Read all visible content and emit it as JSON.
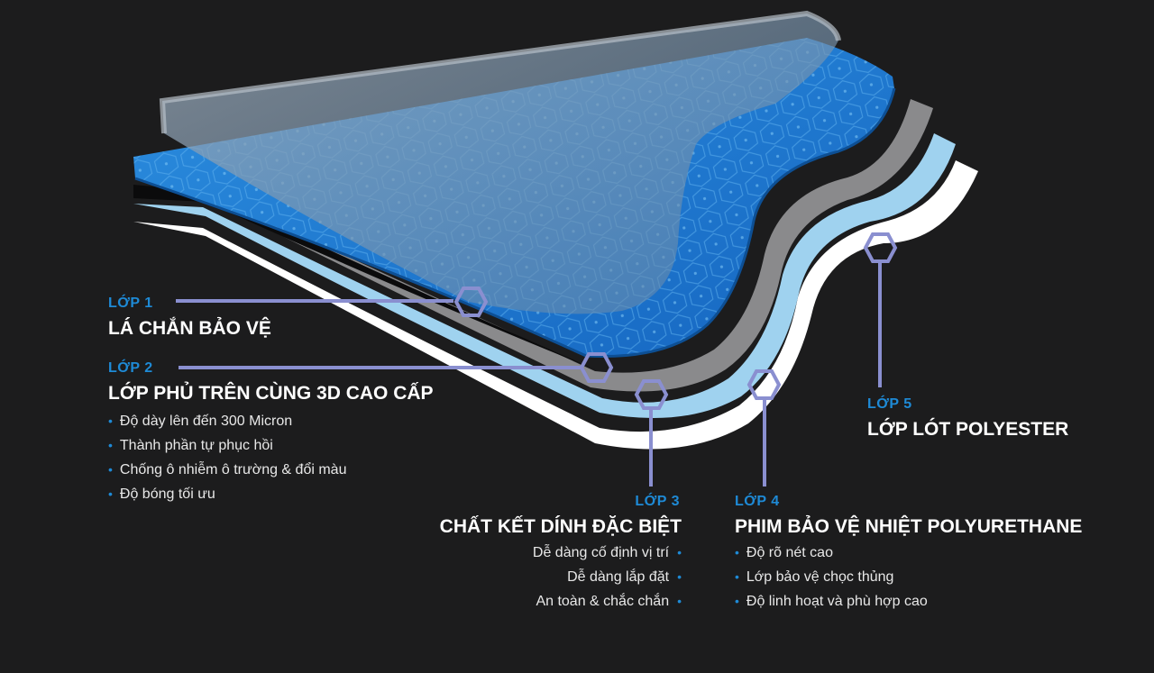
{
  "colors": {
    "background": "#1c1c1d",
    "accent_blue": "#1e8ad6",
    "connector": "#8a8fd0",
    "top_shield": "#8ea1b2",
    "layer_blue": "#1f7fd0",
    "layer_grey": "#8a8a8c",
    "layer_light_blue": "#9fd2ef",
    "layer_white": "#ffffff"
  },
  "icons": {
    "connector_marker": "hexagon-icon",
    "bullet": "bullet-dot-icon"
  },
  "layers": [
    {
      "no": "LỚP 1",
      "title": "LÁ CHẮN BẢO VỆ",
      "features": []
    },
    {
      "no": "LỚP 2",
      "title": "LỚP PHỦ TRÊN CÙNG 3D CAO CẤP",
      "features": [
        "Độ dày lên đến 300 Micron",
        "Thành phần tự phục hồi",
        "Chống ô nhiễm ô trường & đổi màu",
        "Độ bóng tối ưu"
      ]
    },
    {
      "no": "LỚP 3",
      "title": "CHẤT KẾT DÍNH ĐẶC BIỆT",
      "features": [
        "Dễ dàng cố định vị trí",
        "Dễ dàng lắp đặt",
        "An toàn & chắc chắn"
      ]
    },
    {
      "no": "LỚP 4",
      "title": "PHIM BẢO VỆ NHIỆT POLYURETHANE",
      "features": [
        "Độ rõ nét cao",
        "Lớp bảo vệ chọc thủng",
        "Độ linh hoạt và phù hợp cao"
      ]
    },
    {
      "no": "LỚP 5",
      "title": "LỚP LÓT POLYESTER",
      "features": []
    }
  ]
}
